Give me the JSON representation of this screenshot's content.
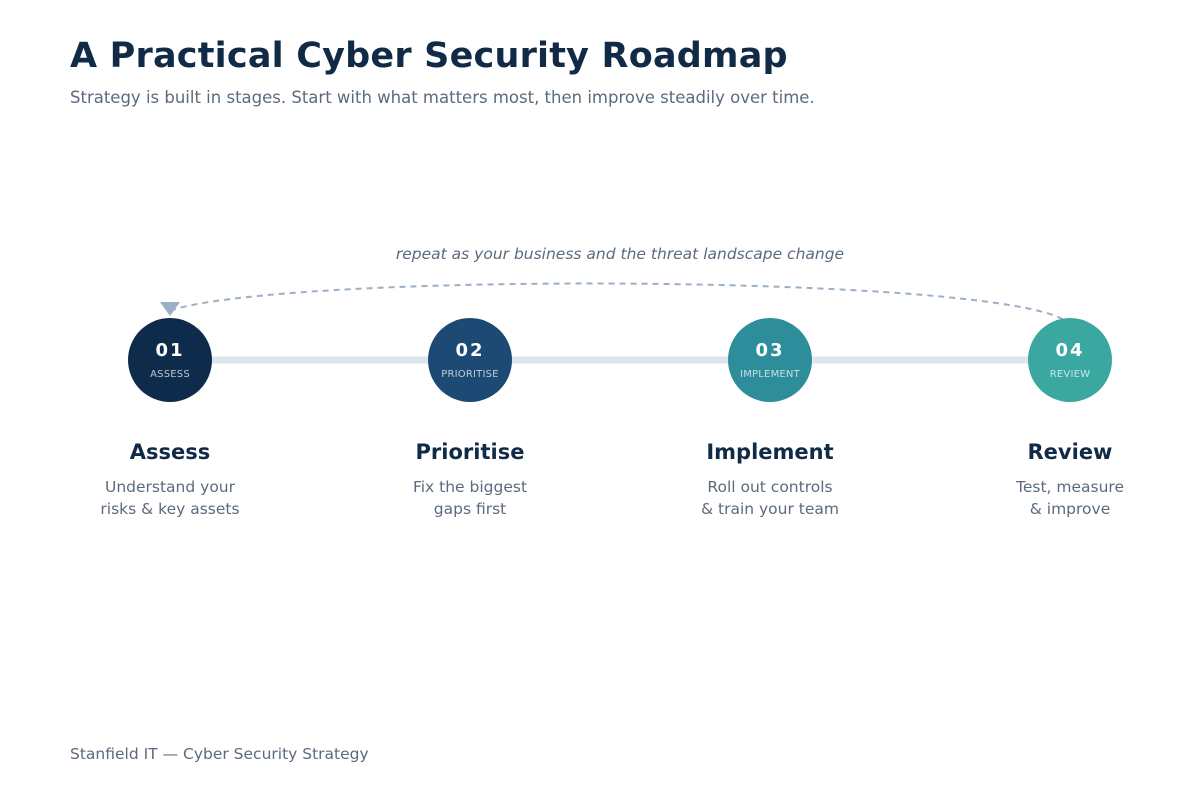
{
  "title": "A Practical Cyber Security Roadmap",
  "subtitle": "Strategy is built in stages. Start with what matters most, then improve steadily over time.",
  "loop_caption": "repeat as your business and the threat landscape change",
  "stages": [
    {
      "number": "01",
      "tag": "ASSESS",
      "name": "Assess",
      "description": [
        "Understand your",
        "risks & key assets"
      ],
      "color": "#0f2b4b"
    },
    {
      "number": "02",
      "tag": "PRIORITISE",
      "name": "Prioritise",
      "description": [
        "Fix the biggest",
        "gaps first"
      ],
      "color": "#1d4a74"
    },
    {
      "number": "03",
      "tag": "IMPLEMENT",
      "name": "Implement",
      "description": [
        "Roll out controls",
        "& train your team"
      ],
      "color": "#2e8d9b"
    },
    {
      "number": "04",
      "tag": "REVIEW",
      "name": "Review",
      "description": [
        "Test, measure",
        "& improve"
      ],
      "color": "#3aa8a0"
    }
  ],
  "footer": "Stanfield IT — Cyber Security Strategy",
  "colors": {
    "connector": "#dbe6ef",
    "loop_arrow": "#9bb0c6",
    "heading": "#112a46",
    "muted_text": "#5b6b7d"
  }
}
